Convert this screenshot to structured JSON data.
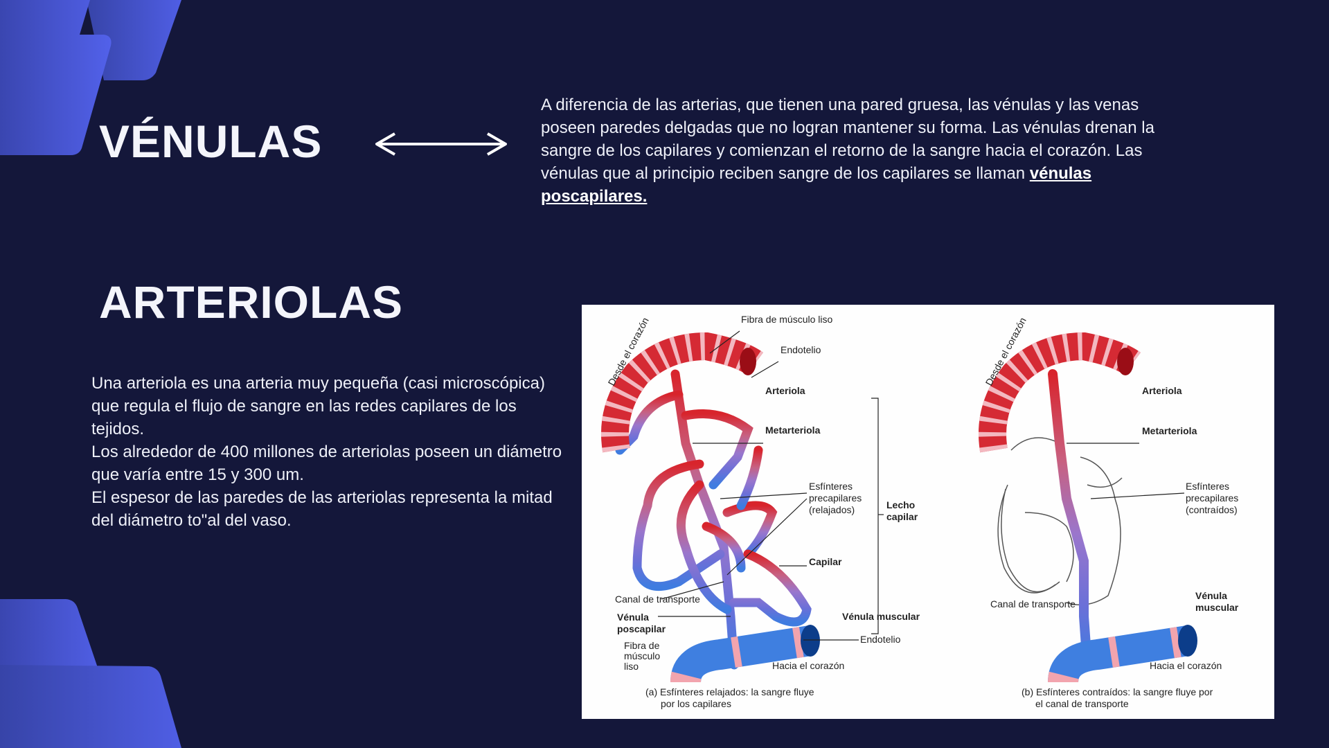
{
  "colors": {
    "background": "#14173a",
    "accent": "#4f5fe6",
    "accent_dark": "#3b49b8",
    "text": "#f2f3fa"
  },
  "venulas": {
    "title": "VÉNULAS",
    "arrow_icon": "double-arrow-icon",
    "text": "A diferencia de las arterias, que tienen una pared gruesa, las vénulas y las venas poseen paredes delgadas que no logran mantener su forma. Las vénulas drenan la sangre de los capilares y comienzan el retorno de la sangre hacia el corazón. Las vénulas que al principio reciben sangre de los capilares se llaman",
    "link": "vénulas poscapilares."
  },
  "arteriolas": {
    "title": "ARTERIOLAS",
    "lines": [
      "Una arteriola es una arteria muy pequeña (casi microscópica) que regula el flujo de sangre en las redes capilares de los tejidos.",
      "Los alrededor de 400 millones de arteriolas poseen un diámetro que varía entre 15 y 300 um.",
      "El espesor de las paredes de las arteriolas representa la mitad del diámetro to\"al del vaso."
    ]
  },
  "figure": {
    "panel_a": {
      "desde": "Desde el corazón",
      "fibra": "Fibra de músculo liso",
      "endotelio": "Endotelio",
      "arteriola": "Arteriola",
      "metarteriola": "Metarteriola",
      "esfinteres": [
        "Esfínteres",
        "precapilares",
        "(relajados)"
      ],
      "capilar": "Capilar",
      "lecho": [
        "Lecho",
        "capilar"
      ],
      "canal": "Canal de transporte",
      "venula_pos": [
        "Vénula",
        "poscapilar"
      ],
      "venula_musc": "Vénula muscular",
      "endotelio2": "Endotelio",
      "fibra2": [
        "Fibra de",
        "músculo",
        "liso"
      ],
      "hacia": "Hacia el corazón",
      "caption": [
        "(a) Esfínteres relajados: la sangre fluye",
        "por los capilares"
      ]
    },
    "panel_b": {
      "desde": "Desde el corazón",
      "arteriola": "Arteriola",
      "metarteriola": "Metarteriola",
      "esfinteres": [
        "Esfínteres",
        "precapilares",
        "(contraídos)"
      ],
      "canal": "Canal de transporte",
      "venula_musc": [
        "Vénula",
        "muscular"
      ],
      "hacia": "Hacia el corazón",
      "caption": [
        "(b) Esfínteres contraídos: la sangre fluye por",
        "el canal de transporte"
      ]
    }
  }
}
